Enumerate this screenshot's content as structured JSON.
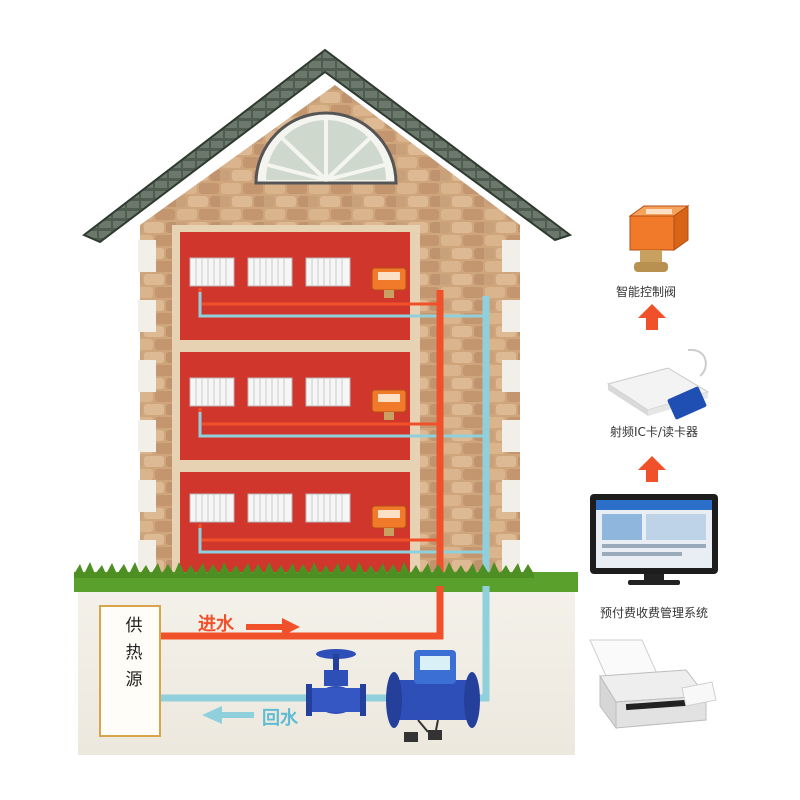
{
  "labels": {
    "smart_valve": "智能控制阀",
    "card_reader": "射频IC卡/读卡器",
    "prepaid_system": "预付费收费管理系统",
    "supply_water": "进水",
    "return_water": "回水",
    "heat_source": [
      "供",
      "热",
      "源"
    ]
  },
  "colors": {
    "supply_pipe": "#f0512a",
    "return_pipe": "#8fd0dc",
    "arrow": "#f0512a",
    "wall_room": "#d0362b",
    "roof": "#4a5a4a",
    "stone": "#c9a27a",
    "grass": "#5aa02c",
    "valve_box": "#f07a2a",
    "valve_body": "#2f4fb8"
  },
  "icons": [
    "house-icon",
    "radiator-icon",
    "smart-valve-icon",
    "card-reader-icon",
    "monitor-icon",
    "printer-icon",
    "gate-valve-icon",
    "flow-meter-icon"
  ]
}
